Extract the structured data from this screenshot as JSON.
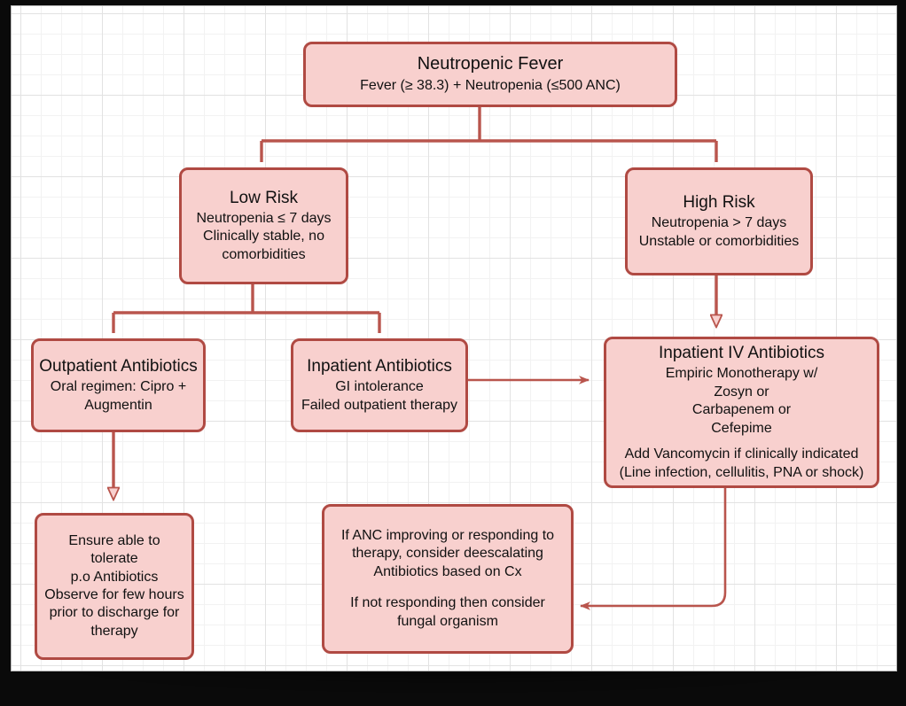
{
  "diagram": {
    "title": "Neutropenic Fever Management Flowchart",
    "colors": {
      "node_fill": "#F8D0CE",
      "node_border": "#B04A43",
      "edge": "#B9554D",
      "canvas": "#FFFFFF",
      "grid": "#E2E2E2",
      "backdrop": "#000000"
    },
    "nodes": {
      "root": {
        "title": "Neutropenic Fever",
        "lines": [
          "Fever (≥ 38.3) + Neutropenia (≤500 ANC)"
        ]
      },
      "low_risk": {
        "title": "Low Risk",
        "lines": [
          "Neutropenia ≤ 7 days",
          "Clinically stable, no",
          "comorbidities"
        ]
      },
      "high_risk": {
        "title": "High Risk",
        "lines": [
          "Neutropenia > 7 days",
          "Unstable or comorbidities"
        ]
      },
      "outpatient_abx": {
        "title": "Outpatient Antibiotics",
        "lines": [
          "Oral regimen: Cipro +",
          "Augmentin"
        ]
      },
      "inpatient_abx": {
        "title": "Inpatient Antibiotics",
        "lines": [
          "GI intolerance",
          "Failed outpatient therapy"
        ]
      },
      "inpatient_iv_abx": {
        "title": "Inpatient IV Antibiotics",
        "lines": [
          "Empiric Monotherapy w/",
          "Zosyn or",
          "Carbapenem or",
          "Cefepime"
        ],
        "lines2": [
          "Add Vancomycin if clinically indicated",
          "(Line infection, cellulitis, PNA or shock)"
        ]
      },
      "ensure_tolerate": {
        "title": "",
        "lines": [
          "Ensure able to tolerate",
          "p.o Antibiotics",
          "Observe for few hours",
          "prior to discharge for",
          "therapy"
        ]
      },
      "response_assessment": {
        "title": "",
        "lines": [
          "If ANC improving or responding to",
          "therapy, consider deescalating",
          "Antibiotics based on Cx"
        ],
        "lines2": [
          "If not responding then consider",
          "fungal organism"
        ]
      }
    },
    "edges": [
      {
        "from": "root",
        "to": "low_risk",
        "style": "elbow",
        "arrow": "none"
      },
      {
        "from": "root",
        "to": "high_risk",
        "style": "elbow",
        "arrow": "none"
      },
      {
        "from": "low_risk",
        "to": "outpatient_abx",
        "style": "elbow",
        "arrow": "none"
      },
      {
        "from": "low_risk",
        "to": "inpatient_abx",
        "style": "elbow",
        "arrow": "none"
      },
      {
        "from": "high_risk",
        "to": "inpatient_iv_abx",
        "style": "straight",
        "arrow": "hollow-triangle"
      },
      {
        "from": "outpatient_abx",
        "to": "ensure_tolerate",
        "style": "straight",
        "arrow": "hollow-triangle"
      },
      {
        "from": "inpatient_abx",
        "to": "inpatient_iv_abx",
        "style": "straight",
        "arrow": "thin-v"
      },
      {
        "from": "inpatient_iv_abx",
        "to": "response_assessment",
        "style": "rounded-elbow",
        "arrow": "thin-v"
      }
    ]
  }
}
